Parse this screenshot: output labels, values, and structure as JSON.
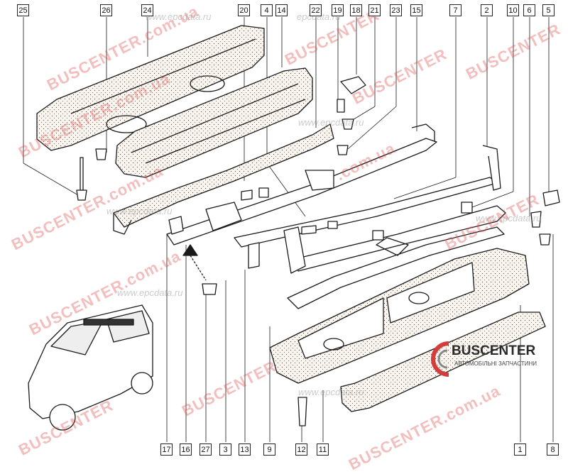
{
  "callouts": {
    "c25": "25",
    "c26": "26",
    "c24": "24",
    "c20": "20",
    "c4": "4",
    "c14": "14",
    "c22": "22",
    "c19": "19",
    "c18": "18",
    "c21": "21",
    "c23": "23",
    "c15": "15",
    "c7": "7",
    "c2": "2",
    "c10": "10",
    "c6": "6",
    "c5": "5",
    "c17": "17",
    "c16": "16",
    "c27": "27",
    "c3": "3",
    "c13": "13",
    "c9": "9",
    "c12": "12",
    "c11": "11",
    "c1": "1",
    "c8": "8"
  },
  "watermarks": {
    "brand": "BUSCENTER",
    "brand_com": "BUSCENTER.com.ua",
    "domain_com": ".com.ua",
    "epc": "www.epcdata.ru",
    "epc_short": "epcdata.ru"
  },
  "logo": {
    "brand": "BUSCENTER",
    "tagline": "АВТОМОБІЛЬНІ ЗАПЧАСТИНИ"
  },
  "colors": {
    "line": "#1a1a1a",
    "panel_fill": "#f7f2ea",
    "watermark_red": "#dc4646"
  }
}
